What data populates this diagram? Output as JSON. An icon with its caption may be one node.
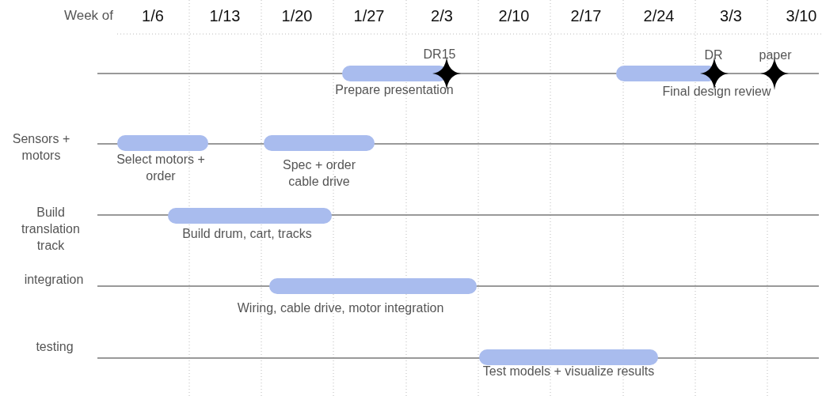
{
  "diagram": {
    "nodes": [
      {
        "text": [
          "Prepare presentation"
        ]
      },
      {
        "text": [
          "DR15"
        ]
      },
      {
        "text": [
          "Final design review"
        ]
      },
      {
        "text": [
          "DR"
        ]
      },
      {
        "text": [
          "paper"
        ]
      },
      {
        "text": [
          "Select motors + order"
        ]
      },
      {
        "text": [
          "Spec + order cable drive"
        ]
      },
      {
        "text": [
          "Build drum, cart, tracks"
        ]
      },
      {
        "text": [
          "Wiring, cable drive, motor integration"
        ]
      },
      {
        "text": [
          "Test models + visualize results"
        ]
      }
    ],
    "labels": [
      "Week of",
      "1/6",
      "1/13",
      "1/20",
      "1/27",
      "2/3",
      "2/10",
      "2/17",
      "2/24",
      "3/3",
      "3/10",
      "Sensors + motors",
      "Build translation track",
      "integration",
      "testing"
    ]
  }
}
